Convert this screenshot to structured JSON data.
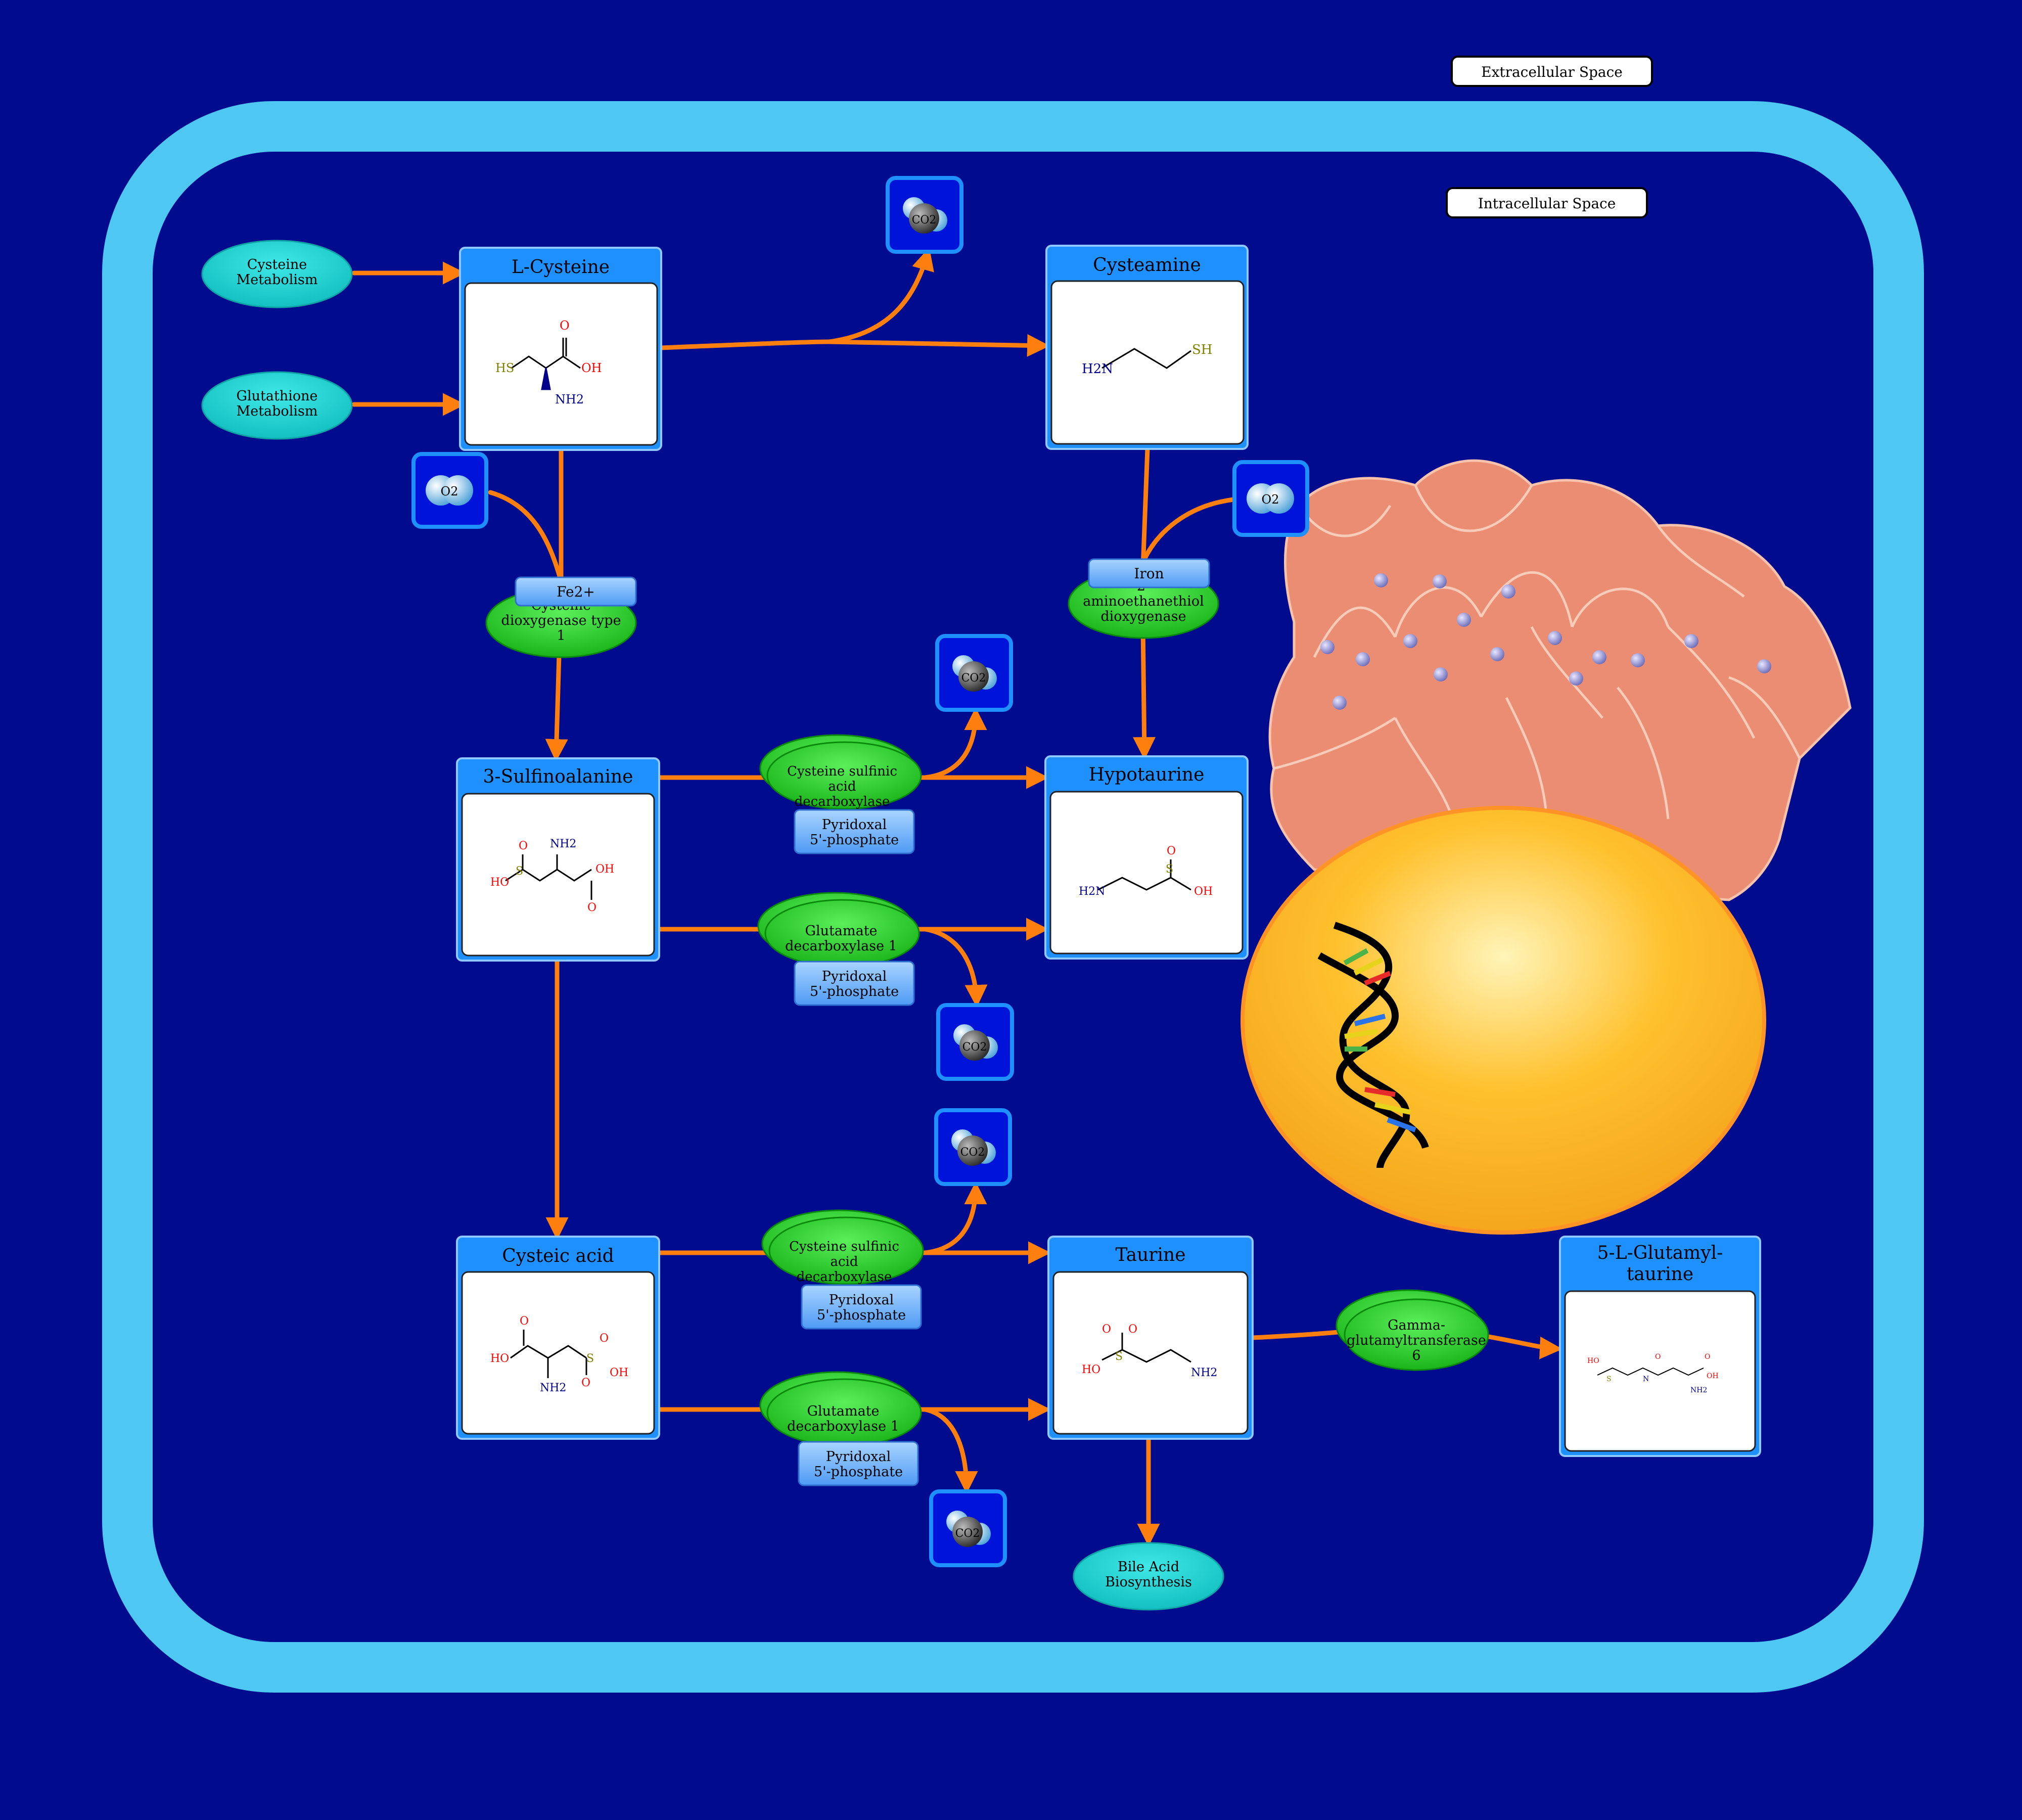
{
  "labels": {
    "extracellular": "Extracellular Space",
    "intracellular": "Intracellular Space"
  },
  "compounds": {
    "l_cysteine": "L-Cysteine",
    "cysteamine": "Cysteamine",
    "sulfinoalanine": "3-Sulfinoalanine",
    "hypotaurine": "Hypotaurine",
    "cysteic_acid": "Cysteic acid",
    "taurine": "Taurine",
    "glutamyl_taurine_1": "5-L-Glutamyl-",
    "glutamyl_taurine_2": "taurine"
  },
  "pathways": {
    "cysteine_met_1": "Cysteine",
    "cysteine_met_2": "Metabolism",
    "glutathione_met_1": "Glutathione",
    "glutathione_met_2": "Metabolism",
    "bile_acid_1": "Bile Acid",
    "bile_acid_2": "Biosynthesis"
  },
  "enzymes": {
    "cdo_1": "Cysteine",
    "cdo_2": "dioxygenase type",
    "cdo_3": "1",
    "ado_1": "2-",
    "ado_2": "aminoethanethiol",
    "ado_3": "dioxygenase",
    "csad_a_1": "Cysteine sulfinic",
    "csad_a_2": "acid",
    "csad_a_3": "decarboxylase",
    "gad_a_1": "Glutamate",
    "gad_a_2": "decarboxylase 1",
    "csad_b_1": "Cysteine sulfinic",
    "csad_b_2": "acid",
    "csad_b_3": "decarboxylase",
    "gad_b_1": "Glutamate",
    "gad_b_2": "decarboxylase 1",
    "ggt_1": "Gamma-",
    "ggt_2": "glutamyltransferase",
    "ggt_3": "6"
  },
  "cofactors": {
    "fe2": "Fe2+",
    "iron": "Iron",
    "plp_1": "Pyridoxal",
    "plp_2": "5'-phosphate"
  },
  "small_molecules": {
    "co2": "CO2",
    "o2": "O2"
  },
  "structure_atoms": {
    "hs": "HS",
    "sh": "SH",
    "o": "O",
    "oh": "OH",
    "ho": "HO",
    "nh2": "NH2",
    "h2n": "H2N",
    "s": "S",
    "n": "N"
  },
  "colors": {
    "background": "#000b8d",
    "membrane": "#4ec8f2",
    "arrow": "#ff7f0e",
    "enzyme": "#22c022",
    "pathway": "#15c6c6",
    "compound_header": "#1e90ff",
    "cofactor": "#5ba8ff",
    "nucleus": "#ffb21f",
    "mitochondrion": "#eb8d72"
  }
}
